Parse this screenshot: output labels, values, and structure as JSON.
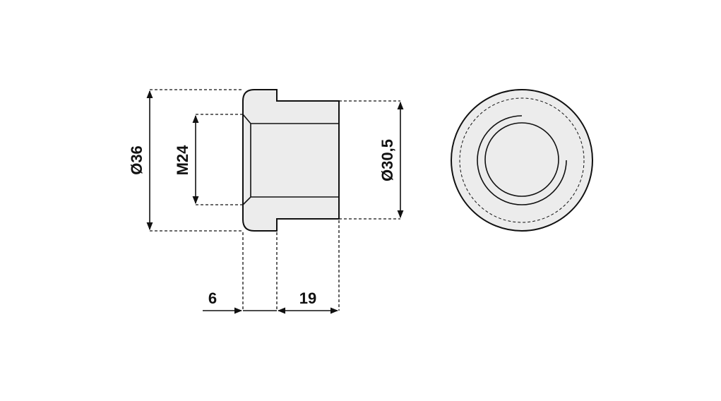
{
  "drawing": {
    "dimensions": {
      "outer_diameter": "Ø36",
      "thread": "M24",
      "body_diameter": "Ø30,5",
      "flange_length": "6",
      "body_length": "19"
    },
    "colors": {
      "part_fill": "#ececec",
      "line": "#111111"
    }
  }
}
